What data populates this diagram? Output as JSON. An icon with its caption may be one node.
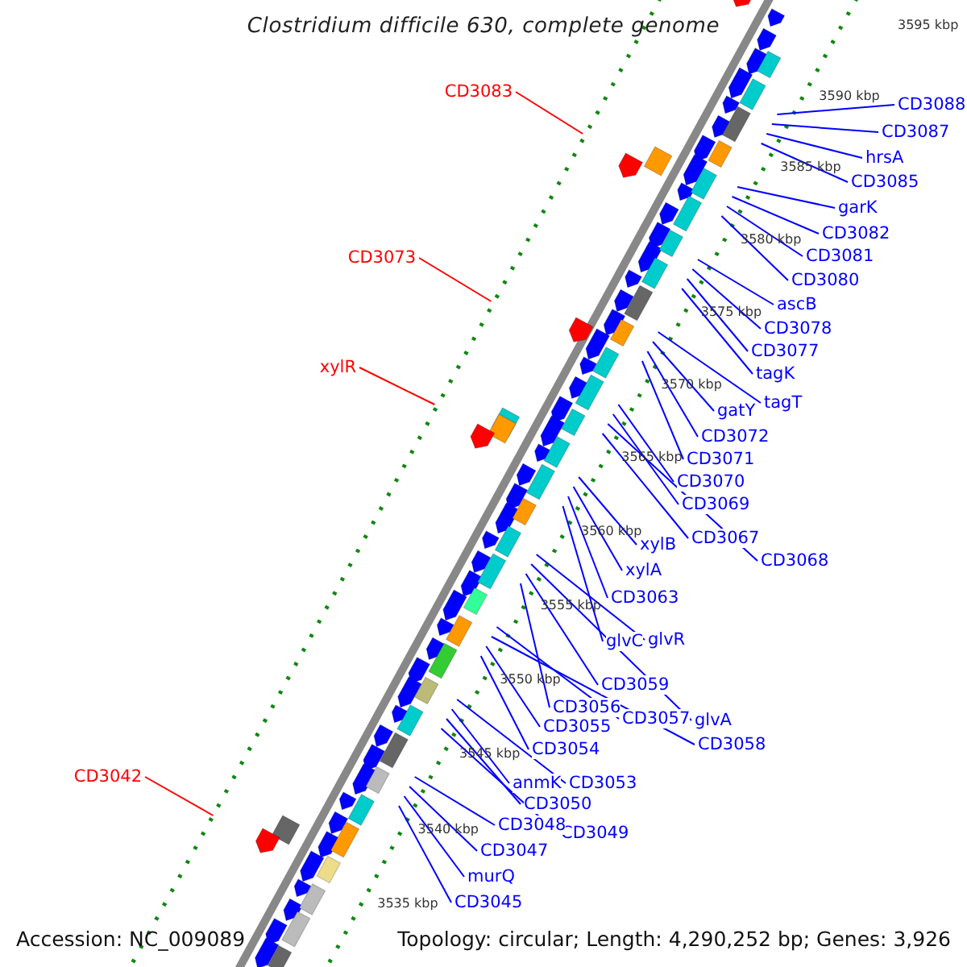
{
  "diagram": {
    "title": "Clostridium difficile 630, complete genome",
    "nodes": [
      {
        "text": [
          "CD3083"
        ]
      },
      {
        "text": [
          "CD3088"
        ]
      },
      {
        "text": [
          "CD3087"
        ]
      },
      {
        "text": [
          "hrsA"
        ]
      },
      {
        "text": [
          "CD3085"
        ]
      },
      {
        "text": [
          "garK"
        ]
      },
      {
        "text": [
          "CD3082"
        ]
      },
      {
        "text": [
          "CD3073"
        ]
      },
      {
        "text": [
          "CD3081"
        ]
      },
      {
        "text": [
          "CD3080"
        ]
      },
      {
        "text": [
          "ascB"
        ]
      },
      {
        "text": [
          "CD3078"
        ]
      },
      {
        "text": [
          "CD3077"
        ]
      },
      {
        "text": [
          "xylR"
        ]
      },
      {
        "text": [
          "tagK"
        ]
      },
      {
        "text": [
          "tagT"
        ]
      },
      {
        "text": [
          "gatY"
        ]
      },
      {
        "text": [
          "CD3072"
        ]
      },
      {
        "text": [
          "CD3071"
        ]
      },
      {
        "text": [
          "CD3070"
        ]
      },
      {
        "text": [
          "CD3069"
        ]
      },
      {
        "text": [
          "xylB"
        ]
      },
      {
        "text": [
          "CD3067"
        ]
      },
      {
        "text": [
          "CD3068"
        ]
      },
      {
        "text": [
          "xylA"
        ]
      },
      {
        "text": [
          "CD3063"
        ]
      },
      {
        "text": [
          "glvC"
        ]
      },
      {
        "text": [
          "glvR"
        ]
      },
      {
        "text": [
          "CD3059"
        ]
      },
      {
        "text": [
          "CD3056"
        ]
      },
      {
        "text": [
          "CD3057"
        ]
      },
      {
        "text": [
          "glvA"
        ]
      },
      {
        "text": [
          "CD3058"
        ]
      },
      {
        "text": [
          "CD3055"
        ]
      },
      {
        "text": [
          "CD3054"
        ]
      },
      {
        "text": [
          "CD3042"
        ]
      },
      {
        "text": [
          "anmK"
        ]
      },
      {
        "text": [
          "CD3053"
        ]
      },
      {
        "text": [
          "CD3050"
        ]
      },
      {
        "text": [
          "CD3049"
        ]
      },
      {
        "text": [
          "CD3048"
        ]
      },
      {
        "text": [
          "CD3047"
        ]
      },
      {
        "text": [
          "murQ"
        ]
      },
      {
        "text": [
          "CD3045"
        ]
      }
    ],
    "edges": [
      {
        "from": 0,
        "to": null,
        "arrow": "none",
        "color": "#ff0000"
      },
      {
        "from": 1,
        "to": null,
        "arrow": "none"
      },
      {
        "from": 2,
        "to": null,
        "arrow": "none"
      },
      {
        "from": 3,
        "to": null,
        "arrow": "none"
      },
      {
        "from": 4,
        "to": null,
        "arrow": "none"
      },
      {
        "from": 5,
        "to": null,
        "arrow": "none"
      },
      {
        "from": 6,
        "to": null,
        "arrow": "none"
      },
      {
        "from": 7,
        "to": null,
        "arrow": "none",
        "color": "#ff0000"
      },
      {
        "from": 8,
        "to": null,
        "arrow": "none"
      },
      {
        "from": 9,
        "to": null,
        "arrow": "none"
      },
      {
        "from": 10,
        "to": null,
        "arrow": "none"
      },
      {
        "from": 11,
        "to": null,
        "arrow": "none"
      },
      {
        "from": 12,
        "to": null,
        "arrow": "none"
      },
      {
        "from": 13,
        "to": null,
        "arrow": "none",
        "color": "#ff0000"
      },
      {
        "from": 14,
        "to": null,
        "arrow": "none"
      },
      {
        "from": 15,
        "to": null,
        "arrow": "none"
      },
      {
        "from": 16,
        "to": null,
        "arrow": "none"
      },
      {
        "from": 17,
        "to": null,
        "arrow": "none"
      },
      {
        "from": 18,
        "to": null,
        "arrow": "none"
      },
      {
        "from": 19,
        "to": null,
        "arrow": "none"
      },
      {
        "from": 20,
        "to": null,
        "arrow": "none"
      },
      {
        "from": 21,
        "to": null,
        "arrow": "none"
      },
      {
        "from": 22,
        "to": null,
        "arrow": "none"
      },
      {
        "from": 23,
        "to": null,
        "arrow": "none"
      },
      {
        "from": 24,
        "to": null,
        "arrow": "none"
      },
      {
        "from": 25,
        "to": null,
        "arrow": "none"
      },
      {
        "from": 26,
        "to": null,
        "arrow": "none"
      },
      {
        "from": 27,
        "to": null,
        "arrow": "none"
      },
      {
        "from": 28,
        "to": null,
        "arrow": "none"
      },
      {
        "from": 29,
        "to": null,
        "arrow": "none"
      },
      {
        "from": 30,
        "to": null,
        "arrow": "none"
      },
      {
        "from": 31,
        "to": null,
        "arrow": "none"
      },
      {
        "from": 32,
        "to": null,
        "arrow": "none"
      },
      {
        "from": 33,
        "to": null,
        "arrow": "none"
      },
      {
        "from": 34,
        "to": null,
        "arrow": "none"
      },
      {
        "from": 35,
        "to": null,
        "arrow": "none",
        "color": "#ff0000"
      },
      {
        "from": 36,
        "to": null,
        "arrow": "none"
      },
      {
        "from": 37,
        "to": null,
        "arrow": "none"
      },
      {
        "from": 38,
        "to": null,
        "arrow": "none"
      },
      {
        "from": 39,
        "to": null,
        "arrow": "none"
      },
      {
        "from": 40,
        "to": null,
        "arrow": "none"
      },
      {
        "from": 41,
        "to": null,
        "arrow": "none"
      },
      {
        "from": 42,
        "to": null,
        "arrow": "none"
      },
      {
        "from": 43,
        "to": null,
        "arrow": "none"
      }
    ],
    "labels": [
      "3595 kbp",
      "3590 kbp",
      "3585 kbp",
      "3580 kbp",
      "3575 kbp",
      "3570 kbp",
      "3565 kbp",
      "3560 kbp",
      "3555 kbp",
      "3550 kbp",
      "3545 kbp",
      "3540 kbp",
      "3535 kbp",
      "Accession: NC_009089",
      "Topology: circular; Length: 4,290,252 bp; Genes: 3,926"
    ]
  }
}
